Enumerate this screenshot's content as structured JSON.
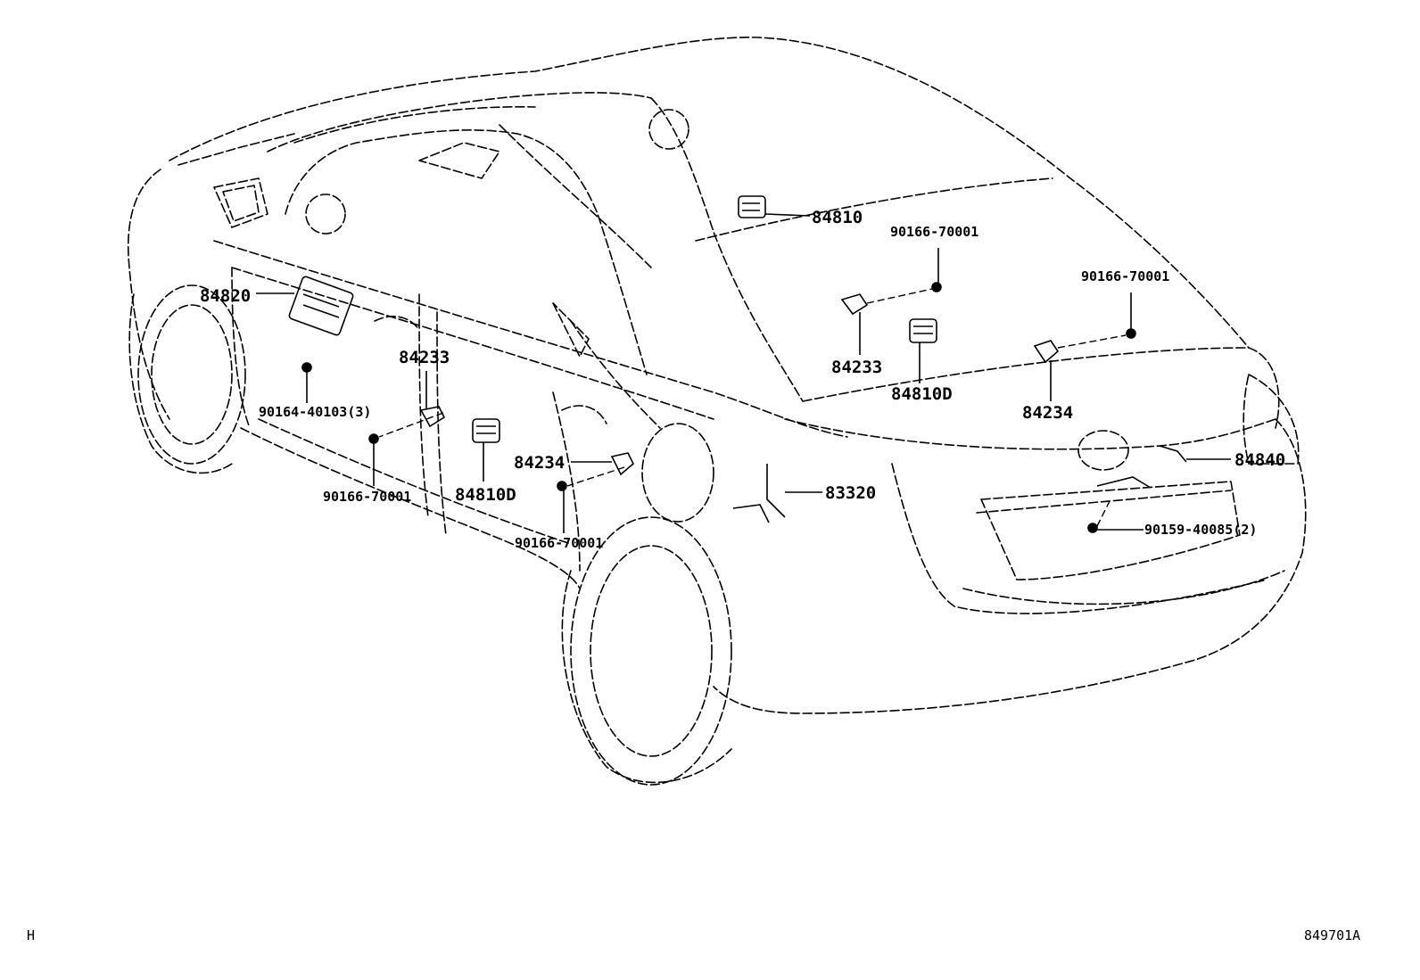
{
  "parts": {
    "p84810": "84810",
    "p84820": "84820",
    "p84233_left": "84233",
    "p84233_right": "84233",
    "p84810D_right": "84810D",
    "p84810D_left": "84810D",
    "p84234_right": "84234",
    "p84234_left": "84234",
    "p84840": "84840",
    "p83320": "83320",
    "s90166_top": "90166-70001",
    "s90166_topright": "90166-70001",
    "s90166_left": "90166-70001",
    "s90166_bottom": "90166-70001",
    "s90164": "90164-40103(3)",
    "s90159": "90159-40085(2)"
  },
  "corner_left": "H",
  "figure_code": "849701A"
}
